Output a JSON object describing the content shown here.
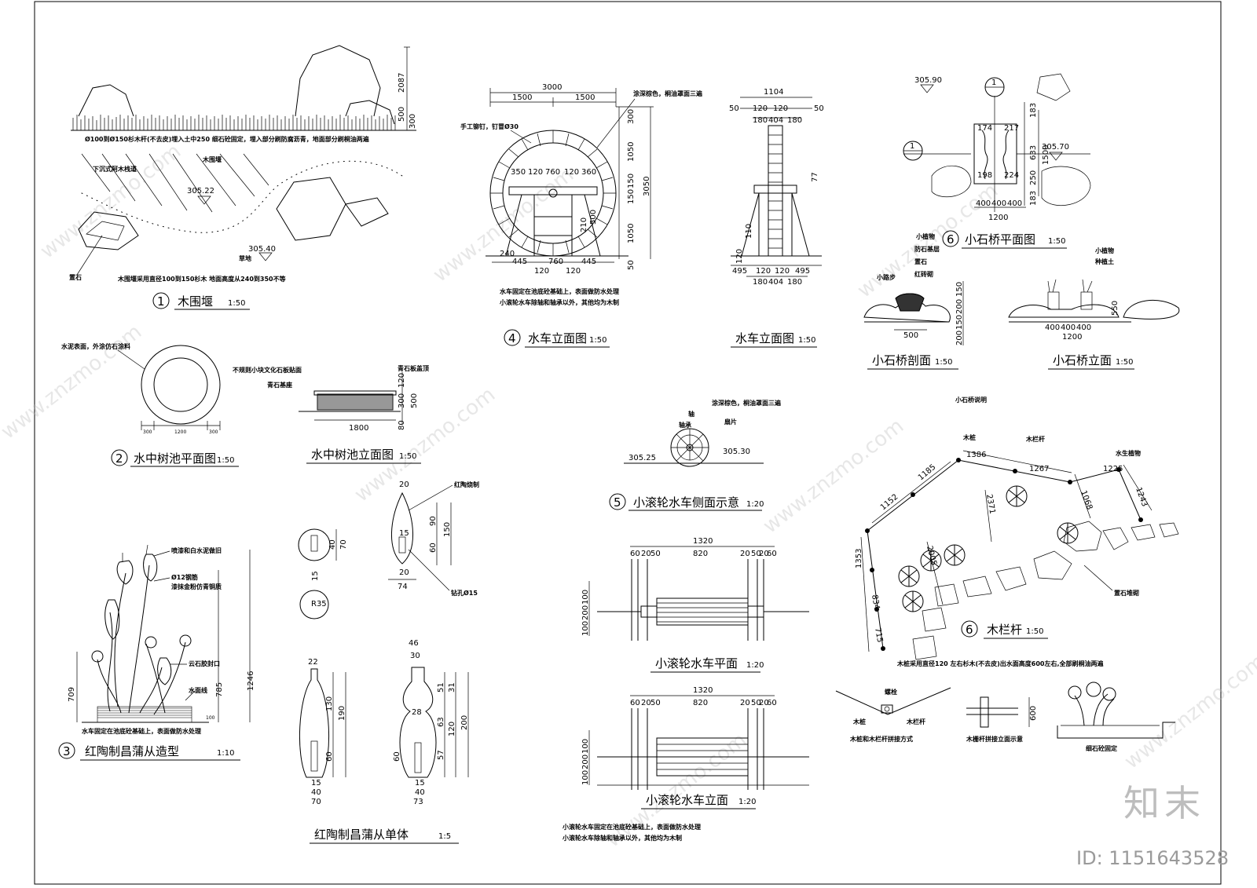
{
  "sheet": {
    "brand_mark": "知末",
    "id_label": "ID: 1151643528",
    "watermark": "www.znzmo.com"
  },
  "drawings": {
    "fence_elev": {
      "num": "1",
      "title": "木围堰",
      "scale": "1:50",
      "note_top": "Ø100到Ø150杉木杆(不去皮)埋入土中250 细石砼固定，埋入部分刷防腐沥青，地面部分刷桐油两遍",
      "note_bottom": "木围堰采用直径100到150杉木 地面高度从240到350不等",
      "labels": [
        "下沉式阿木栈道",
        "木围堰",
        "305.22",
        "305.40",
        "草地",
        "置石"
      ],
      "dims": [
        "2087",
        "500",
        "300"
      ]
    },
    "tree_pool_plan": {
      "num": "2",
      "title": "水中树池平面图",
      "scale": "1:50",
      "note": "水泥表面，外涂仿石涂料",
      "dims": [
        "300",
        "1200",
        "300"
      ]
    },
    "tree_pool_elev": {
      "title": "水中树池立面图",
      "scale": "1:50",
      "labels": [
        "不规则小块文化石板贴面",
        "青石板盖顶",
        "青石基座"
      ],
      "dims": [
        "1800",
        "120",
        "300",
        "500",
        "80"
      ]
    },
    "reed_group": {
      "num": "3",
      "title": "红陶制昌蒲从造型",
      "scale": "1:10",
      "labels": [
        "喷漆和白水泥做旧",
        "Ø12钢筋",
        "漆抹金粉仿青铜质",
        "云石胶封口",
        "水面线"
      ],
      "note": "水车固定在池底砼基础上，表面做防水处理",
      "dims": [
        "1246",
        "785",
        "709",
        "100"
      ]
    },
    "reed_unit": {
      "title": "红陶制昌蒲从单体",
      "scale": "1:5",
      "labels": [
        "红陶烧制",
        "钻孔Ø15"
      ],
      "dims_a": [
        "20",
        "15",
        "90",
        "60",
        "150",
        "20",
        "74"
      ],
      "dims_b": [
        "40",
        "70",
        "15",
        "R35"
      ],
      "dims_c": [
        "22",
        "130",
        "190",
        "60",
        "15",
        "40",
        "70"
      ],
      "dims_d": [
        "46",
        "30",
        "28",
        "51",
        "63",
        "31",
        "120",
        "200",
        "57",
        "60",
        "15",
        "40",
        "73"
      ]
    },
    "waterwheel_front": {
      "num": "4",
      "title": "水车立面图",
      "scale": "1:50",
      "labels": [
        "涂深棕色，桐油罩面三遍",
        "手工铆钉，钉冒Ø30"
      ],
      "note1": "水车固定在池底砼基础上，表面做防水处理",
      "note2": "小滚轮水车除轴和轴承以外，其他均为木制",
      "dims": [
        "3000",
        "1500",
        "1500",
        "350",
        "120",
        "760",
        "120",
        "360",
        "240",
        "445",
        "120",
        "760",
        "120",
        "445",
        "300",
        "1050",
        "150",
        "150",
        "1050",
        "3050",
        "210",
        "500",
        "50"
      ]
    },
    "waterwheel_side": {
      "title": "水车立面图",
      "scale": "1:50",
      "dims": [
        "1104",
        "50",
        "120",
        "120",
        "50",
        "180",
        "404",
        "180",
        "495",
        "120",
        "120",
        "495",
        "77",
        "110",
        "120"
      ]
    },
    "stone_bridge_plan": {
      "num": "6",
      "title": "小石桥平面图",
      "scale": "1:50",
      "labels": [
        "305.90",
        "305.70"
      ],
      "dims": [
        "174",
        "217",
        "198",
        "224",
        "400",
        "400",
        "400",
        "1200",
        "183",
        "1500",
        "250",
        "633",
        "183"
      ]
    },
    "stone_bridge_section": {
      "title": "小石桥剖面",
      "scale": "1:50",
      "labels": [
        "小植物",
        "防石基层",
        "置石",
        "红砖砌",
        "小路步"
      ],
      "dims": [
        "500",
        "200",
        "150",
        "200",
        "150"
      ]
    },
    "stone_bridge_elev": {
      "title": "小石桥立面",
      "scale": "1:50",
      "labels": [
        "小植物",
        "种植土"
      ],
      "dims": [
        "400",
        "400",
        "400",
        "1200",
        "550"
      ]
    },
    "stone_bridge_note": "小石桥说明",
    "small_wheel_side": {
      "num": "5",
      "title": "小滚轮水车侧面示意",
      "scale": "1:20",
      "labels": [
        "涂深棕色，桐油罩面三遍",
        "轴",
        "轴承",
        "扇片",
        "305.25",
        "305.30"
      ]
    },
    "small_wheel_plan": {
      "title": "小滚轮水车平面",
      "scale": "1:20",
      "dims": [
        "1320",
        "60",
        "20",
        "50",
        "820",
        "20",
        "50",
        "20",
        "60",
        "100",
        "200",
        "100"
      ]
    },
    "small_wheel_elev": {
      "title": "小滚轮水车立面",
      "scale": "1:20",
      "dims": [
        "1320",
        "60",
        "20",
        "50",
        "820",
        "20",
        "50",
        "20",
        "60",
        "100",
        "200",
        "100"
      ],
      "note1": "小滚轮水车固定在池底砼基础上，表面做防水处理",
      "note2": "小滚轮水车除轴和轴承以外，其他均为木制"
    },
    "wood_railing": {
      "num": "6",
      "title": "木栏杆",
      "scale": "1:50",
      "labels": [
        "木桩",
        "木栏杆",
        "水生植物",
        "置石堆砌"
      ],
      "dims": [
        "1386",
        "1267",
        "1185",
        "1152",
        "1225",
        "1243",
        "2371",
        "1068",
        "1353",
        "2005",
        "834",
        "715"
      ],
      "note": "木桩采用直径120 左右杉木(不去皮)出水面高度600左右,全部刷桐油两遍"
    },
    "joints": {
      "labels": [
        "螺栓",
        "木桩",
        "木栏杆",
        "木桩和木栏杆拼接方式",
        "木栅杆拼接立面示意",
        "细石砼固定"
      ],
      "dims": [
        "600"
      ]
    }
  }
}
